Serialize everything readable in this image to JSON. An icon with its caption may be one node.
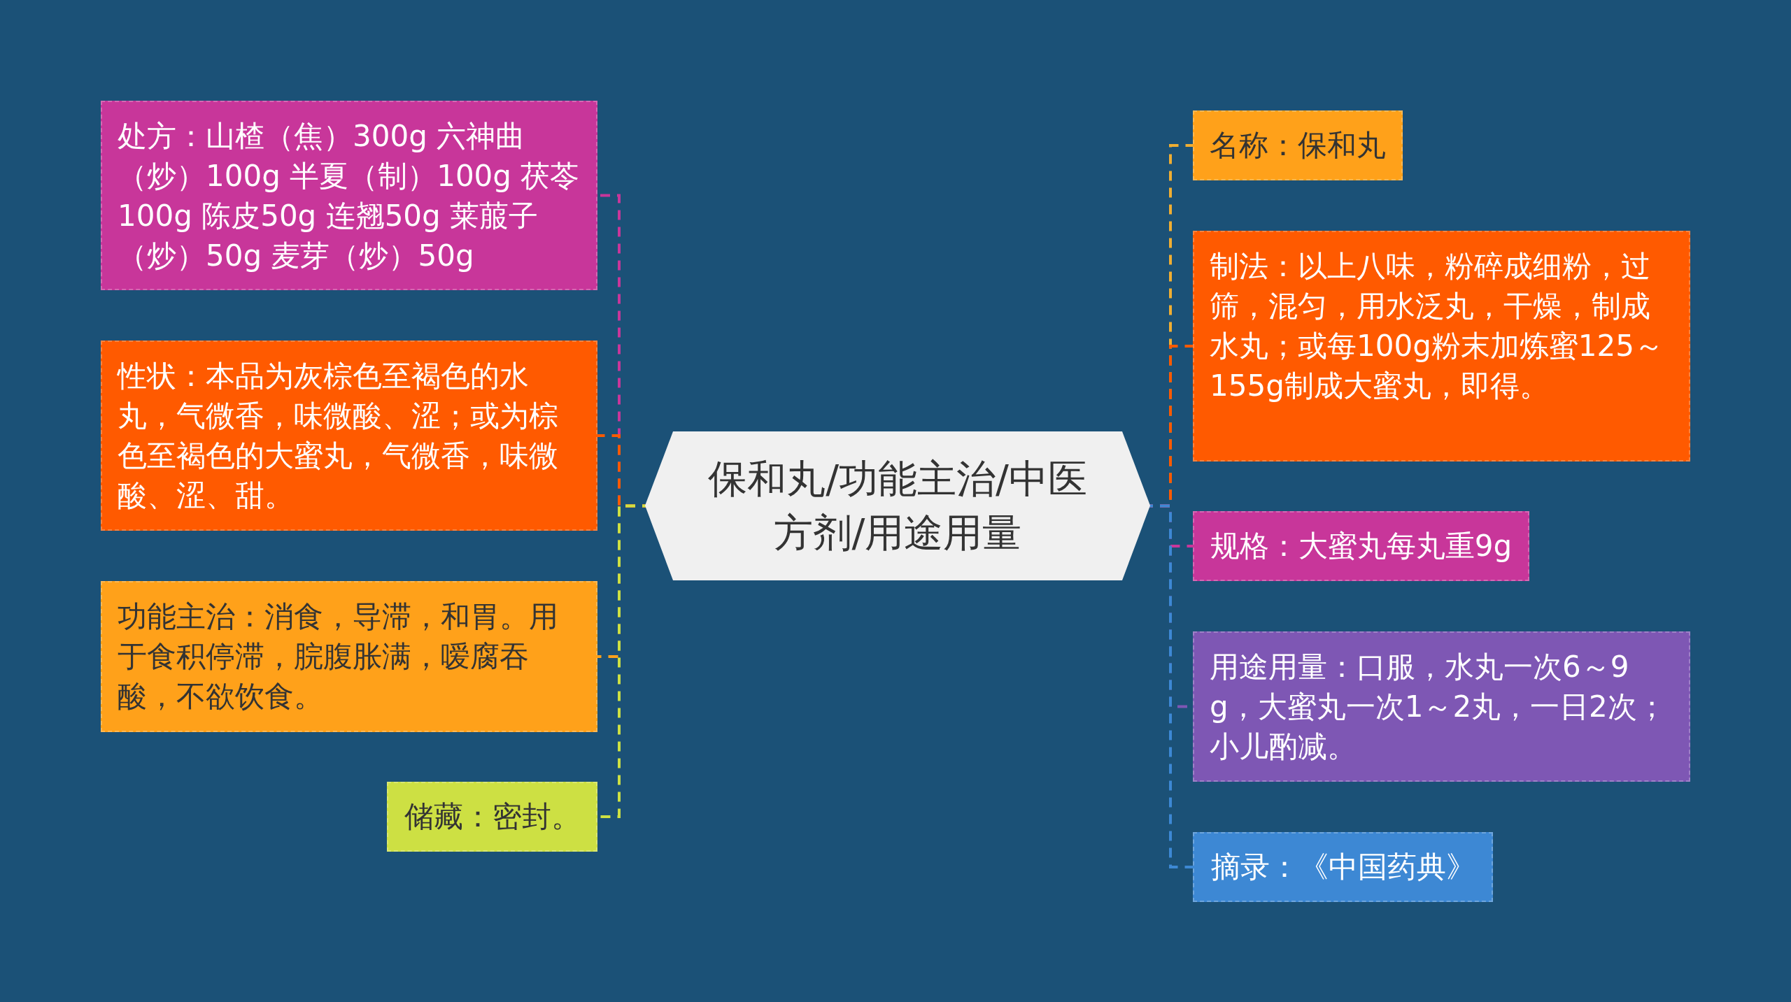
{
  "diagram": {
    "nodes": [
      {
        "text": [
          "保和丸/功能主治/中医方剂/用途用量"
        ]
      },
      {
        "text": [
          "处方：山楂（焦）300g 六神曲（炒）100g 半夏（制）100g 茯苓100g 陈皮50g 连翘50g 莱菔子（炒）50g 麦芽（炒）50g"
        ]
      },
      {
        "text": [
          "性状：本品为灰棕色至褐色的水丸，气微香，味微酸、涩；或为棕色至褐色的大蜜丸，气微香，味微酸、涩、甜。"
        ]
      },
      {
        "text": [
          "功能主治：消食，导滞，和胃。用于食积停滞，脘腹胀满，嗳腐吞酸，不欲饮食。"
        ]
      },
      {
        "text": [
          "储藏：密封。"
        ]
      },
      {
        "text": [
          "名称：保和丸"
        ]
      },
      {
        "text": [
          "制法：以上八味，粉碎成细粉，过筛，混匀，用水泛丸，干燥，制成水丸；或每100g粉末加炼蜜125～155g制成大蜜丸，即得。"
        ]
      },
      {
        "text": [
          "规格：大蜜丸每丸重9g"
        ]
      },
      {
        "text": [
          "用途用量：口服，水丸一次6～9g，大蜜丸一次1～2丸，一日2次；小儿酌减。"
        ]
      },
      {
        "text": [
          "摘录：《中国药典》"
        ]
      }
    ],
    "edges": [
      {
        "from": 0,
        "to": 1,
        "arrow": "none",
        "style": "dashed",
        "color": "#c8369a"
      },
      {
        "from": 0,
        "to": 2,
        "arrow": "none",
        "style": "dashed",
        "color": "#ff5a00"
      },
      {
        "from": 0,
        "to": 3,
        "arrow": "none",
        "style": "dashed",
        "color": "#ffa11a"
      },
      {
        "from": 0,
        "to": 4,
        "arrow": "none",
        "style": "dashed",
        "color": "#cde043"
      },
      {
        "from": 0,
        "to": 5,
        "arrow": "none",
        "style": "dashed",
        "color": "#f0ae32"
      },
      {
        "from": 0,
        "to": 6,
        "arrow": "none",
        "style": "dashed",
        "color": "#ff5a00"
      },
      {
        "from": 0,
        "to": 7,
        "arrow": "none",
        "style": "dashed",
        "color": "#c8369a"
      },
      {
        "from": 0,
        "to": 8,
        "arrow": "none",
        "style": "dashed",
        "color": "#7e57b4"
      },
      {
        "from": 0,
        "to": 9,
        "arrow": "none",
        "style": "dashed",
        "color": "#3d88d4"
      }
    ]
  }
}
